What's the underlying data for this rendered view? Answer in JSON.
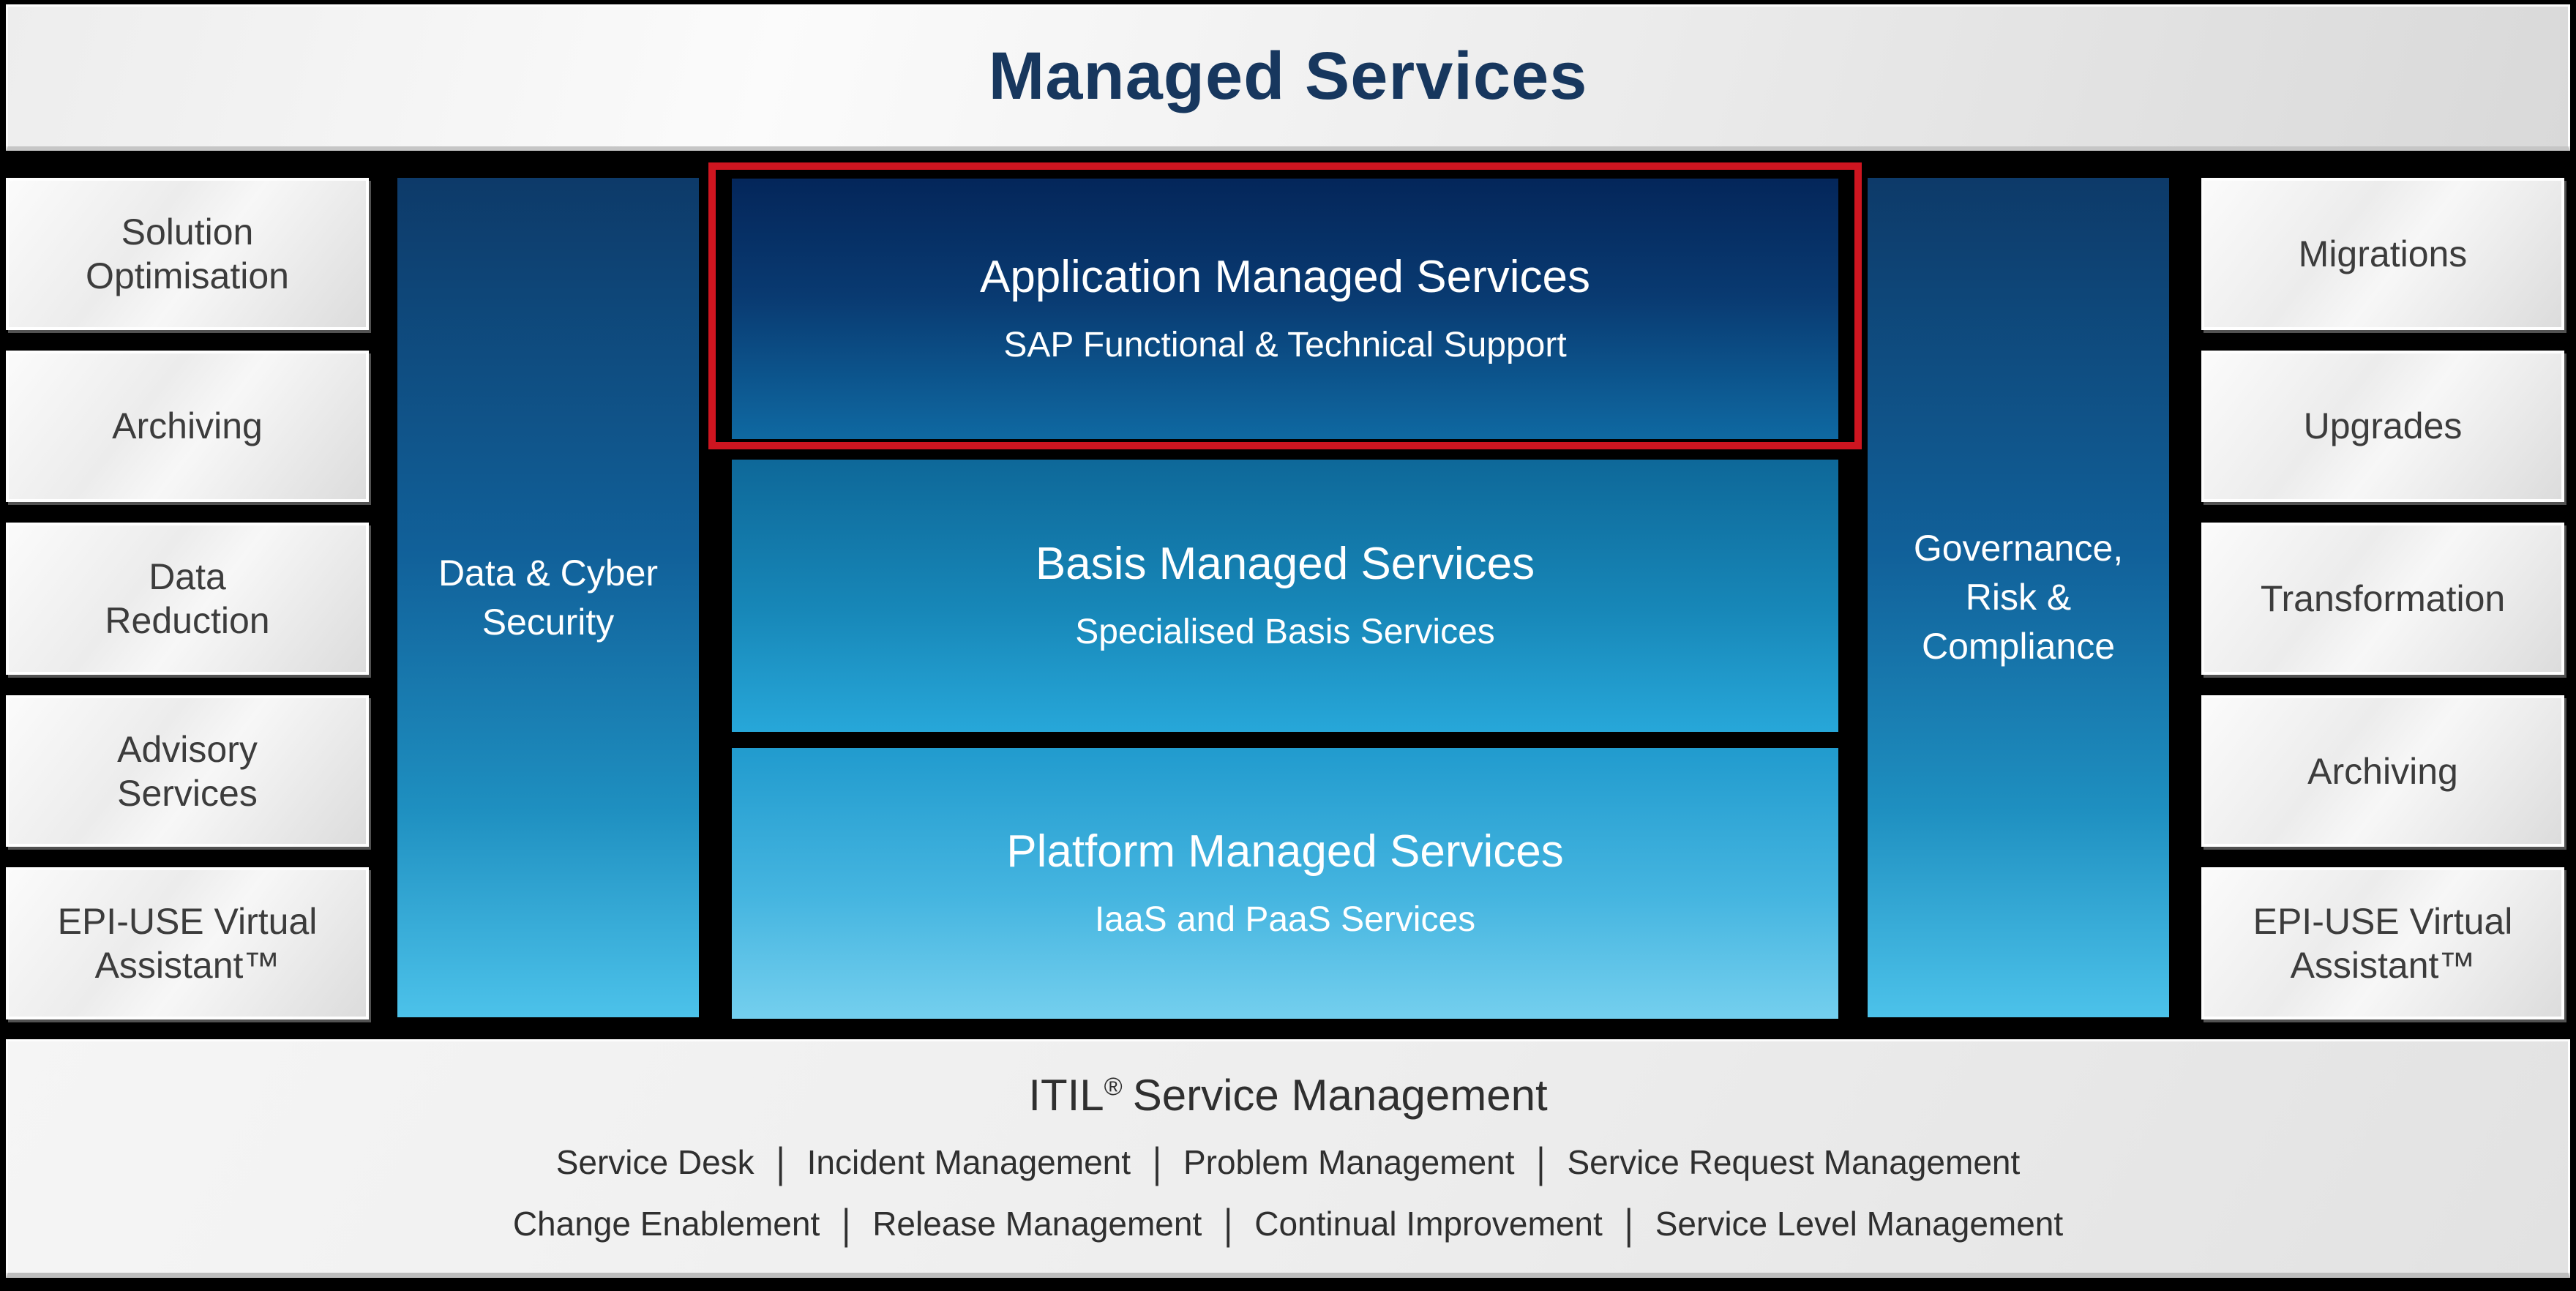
{
  "diagram": {
    "title": "Managed Services",
    "left_column": {
      "items": [
        "Solution\nOptimisation",
        "Archiving",
        "Data\nReduction",
        "Advisory\nServices",
        "EPI-USE Virtual\nAssistant™"
      ]
    },
    "right_column": {
      "items": [
        "Migrations",
        "Upgrades",
        "Transformation",
        "Archiving",
        "EPI-USE Virtual\nAssistant™"
      ]
    },
    "security_column": {
      "label": "Data & Cyber\nSecurity"
    },
    "grc_column": {
      "label": "Governance,\nRisk &\nCompliance"
    },
    "center": {
      "application": {
        "title": "Application Managed Services",
        "subtitle": "SAP Functional & Technical Support",
        "highlighted": true
      },
      "basis": {
        "title": "Basis Managed Services",
        "subtitle": "Specialised Basis Services"
      },
      "platform": {
        "title": "Platform Managed Services",
        "subtitle": "IaaS and PaaS Services"
      }
    },
    "itil": {
      "title_prefix": "ITIL",
      "title_reg": "®",
      "title_suffix": "Service Management",
      "separator": "|",
      "row1": [
        "Service Desk",
        "Incident Management",
        "Problem Management",
        "Service Request Management"
      ],
      "row2": [
        "Change Enablement",
        "Release Management",
        "Continual Improvement",
        "Service Level Management"
      ]
    },
    "colors": {
      "highlight_border_red": "#ce1520",
      "title_navy": "#17375e",
      "dark_blue_top": "#04265a",
      "mid_blue": "#0e6899",
      "light_blue": "#74cfee",
      "column_blue_top": "#0d3a69",
      "column_blue_bottom": "#4cc2ea",
      "box_text_gray": "#3c3c3c",
      "background_black": "#000000"
    }
  }
}
